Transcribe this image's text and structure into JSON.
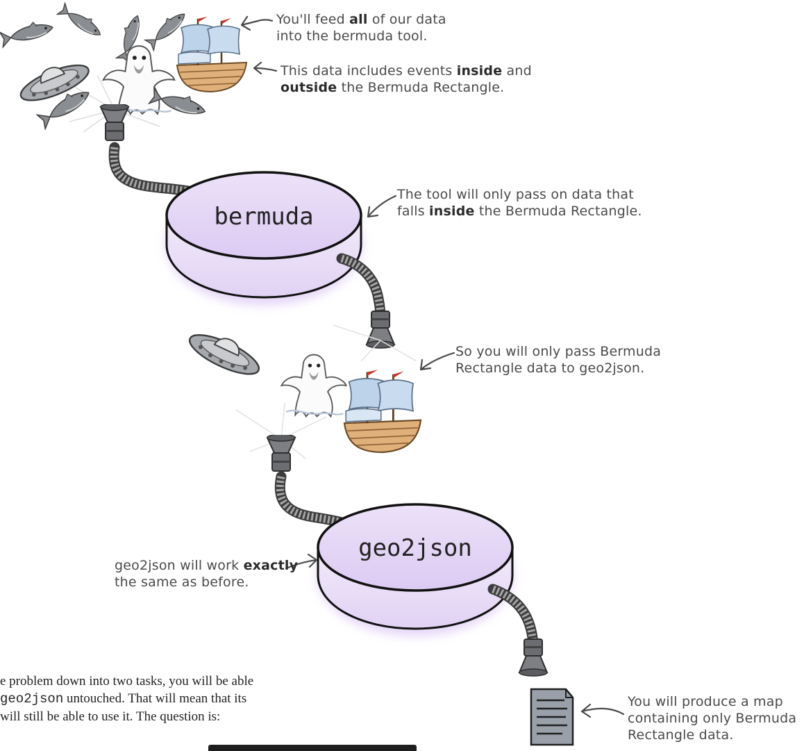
{
  "tools": {
    "bermuda": {
      "label": "bermuda"
    },
    "geo2json": {
      "label": "geo2json"
    }
  },
  "annotations": {
    "feed_all": {
      "pre": "You'll feed ",
      "bold": "all",
      "post": " of our data",
      "line2": "into the bermuda tool."
    },
    "includes": {
      "pre": "This data includes events ",
      "bold1": "inside",
      "mid": " and",
      "bold2": "outside",
      "post": " the Bermuda Rectangle."
    },
    "only_pass": {
      "line1": "The tool will only pass on data that",
      "pre": "falls ",
      "bold": "inside",
      "post": " the Bermuda Rectangle."
    },
    "to_geo2json": {
      "line1": "So you will only pass Bermuda",
      "line2": "Rectangle data to geo2json."
    },
    "geo_same": {
      "pre": "geo2json will work ",
      "bold": "exactly",
      "line2": "the same as before."
    },
    "produce_map": {
      "line1": "You will produce a map",
      "line2": "containing only Bermuda",
      "line3": "Rectangle data."
    }
  },
  "body_text": {
    "line1": "e problem down into two tasks, you will be able",
    "line2_code": "geo2json",
    "line2_rest": " untouched. That will mean that its",
    "line3": "will still be able to use it. The question is:"
  },
  "icons": [
    "fish-icon",
    "ufo-icon",
    "ghost-icon",
    "galleon-icon",
    "funnel-icon",
    "hose-icon",
    "document-icon",
    "arrow-icon"
  ],
  "colors": {
    "tool_fill": "#e9dcf7",
    "tool_glow": "#d2b8f2",
    "hose": "#6a6a6a",
    "annotation": "#4a4a4a"
  }
}
